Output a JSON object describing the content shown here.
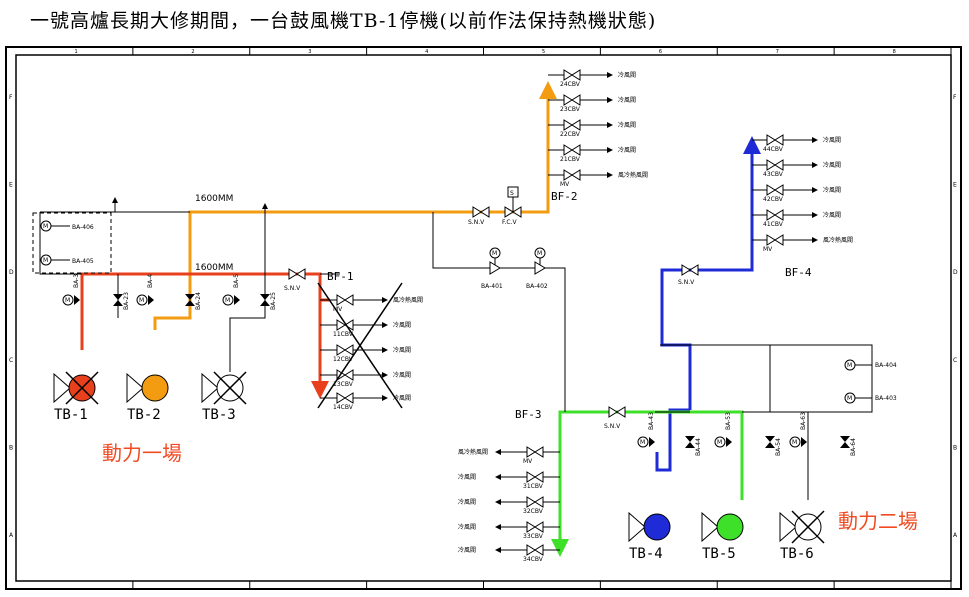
{
  "title": "一號高爐長期大修期間，一台鼓風機TB-1停機(以前作法保持熱機狀態)",
  "colors": {
    "orange": "#f39c12",
    "red": "#e8401c",
    "blue": "#1f2bd6",
    "green": "#3fe02a",
    "tb1": "#e8401c",
    "tb2": "#f39c12",
    "tb4": "#1f2bd6",
    "tb5": "#3fe02a"
  },
  "frame": {
    "cols": [
      "1",
      "2",
      "3",
      "4",
      "5",
      "6",
      "7",
      "8"
    ],
    "rows": [
      "F",
      "E",
      "D",
      "C",
      "B",
      "A"
    ]
  },
  "areas": {
    "area1": "動力一場",
    "area2": "動力二場"
  },
  "blowers": {
    "tb1": "TB-1",
    "tb2": "TB-2",
    "tb3": "TB-3",
    "tb4": "TB-4",
    "tb5": "TB-5",
    "tb6": "TB-6"
  },
  "pipes": {
    "p1600_top": "1600MM",
    "p1600_mid": "1600MM"
  },
  "furnaces": {
    "bf1": "BF-1",
    "bf2": "BF-2",
    "bf3": "BF-3",
    "bf4": "BF-4"
  },
  "valves": {
    "ba23": "BA-23",
    "ba24": "BA-24",
    "ba25": "BA-25",
    "ba3": "BA-3",
    "ba4": "BA-4",
    "ba5": "BA-5",
    "ba405": "BA-405",
    "ba406": "BA-406",
    "ba401": "BA-401",
    "ba402": "BA-402",
    "ba403": "BA-403",
    "ba404": "BA-404",
    "ba43": "BA-43",
    "ba44": "BA-44",
    "ba53": "BA-53",
    "ba54": "BA-54",
    "ba63": "BA-63",
    "ba64": "BA-64",
    "snv1": "S.N.V",
    "snv2": "S.N.V",
    "snv3": "S.N.V",
    "snv4": "S.N.V",
    "fcv": "F.C.V",
    "s": "S"
  },
  "bf2_branches": [
    "24CBV",
    "23CBV",
    "22CBV",
    "21CBV",
    "MV"
  ],
  "bf2_dest": [
    "冷風閥",
    "冷風閥",
    "冷風閥",
    "冷風閥",
    "風冷熱風閥"
  ],
  "bf4_branches": [
    "44CBV",
    "43CBV",
    "42CBV",
    "41CBV",
    "MV"
  ],
  "bf4_dest": [
    "冷風閥",
    "冷風閥",
    "冷風閥",
    "冷風閥",
    "風冷熱風閥"
  ],
  "bf1_branches": [
    "MV",
    "11CBV",
    "12CBV",
    "13CBV",
    "14CBV"
  ],
  "bf1_dest": [
    "風冷熱風閥",
    "冷風閥",
    "冷風閥",
    "冷風閥",
    "冷風閥"
  ],
  "bf3_branches": [
    "MV",
    "31CBV",
    "32CBV",
    "33CBV",
    "34CBV"
  ],
  "bf3_dest": [
    "風冷熱風閥",
    "冷風閥",
    "冷風閥",
    "冷風閥",
    "冷風閥"
  ]
}
